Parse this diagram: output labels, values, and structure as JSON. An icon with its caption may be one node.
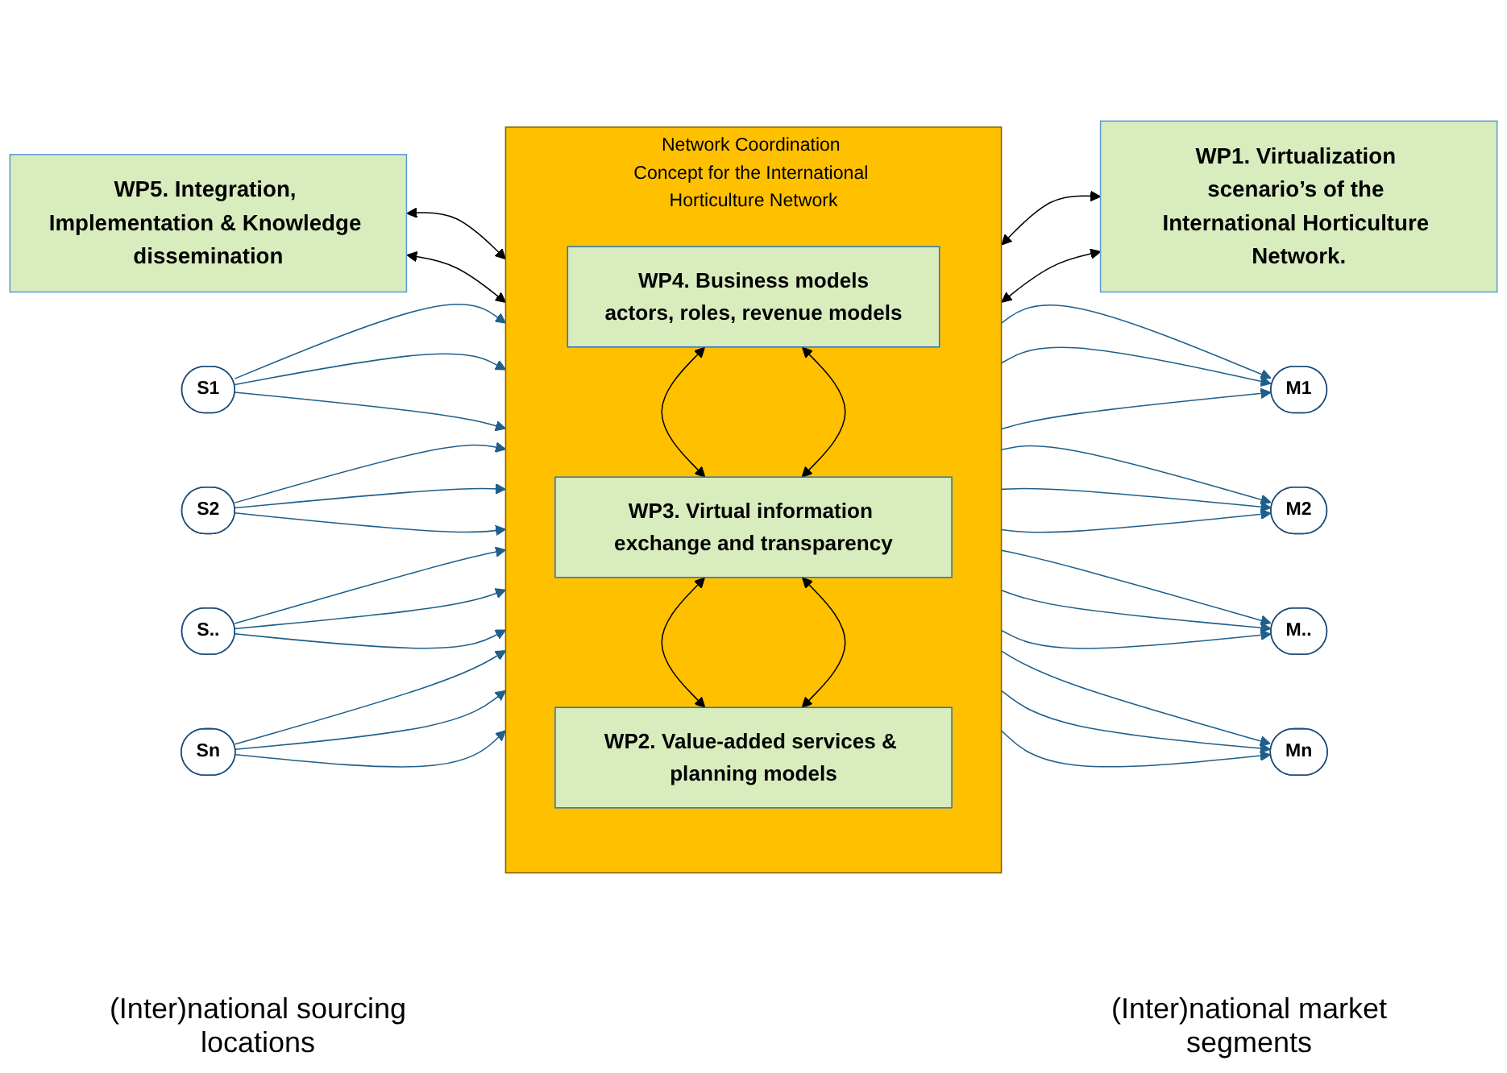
{
  "diagram": {
    "nodes": [
      {
        "text": [
          "WP5. Integration, Implementation & Knowledge dissemination"
        ]
      },
      {
        "text": [
          "Network Coordination Concept for the International Horticulture Network"
        ]
      },
      {
        "text": [
          "WP4. Business models",
          "actors, roles, revenue models"
        ],
        "in": 1
      },
      {
        "text": [
          "WP3. Virtual information exchange and transparency"
        ],
        "in": 1
      },
      {
        "text": [
          "WP2. Value-added services & planning models"
        ],
        "in": 1
      },
      {
        "text": [
          "WP1. Virtualization scenario’s of the International Horticulture Network."
        ]
      },
      {
        "text": [
          "S1"
        ]
      },
      {
        "text": [
          "S2"
        ]
      },
      {
        "text": [
          "S.."
        ]
      },
      {
        "text": [
          "Sn"
        ]
      },
      {
        "text": [
          "M1"
        ]
      },
      {
        "text": [
          "M2"
        ]
      },
      {
        "text": [
          "M.."
        ]
      },
      {
        "text": [
          "Mn"
        ]
      }
    ],
    "edges": [
      {
        "from": 0,
        "to": 1,
        "arrow": "both",
        "color": "#000000"
      },
      {
        "from": 0,
        "to": 1,
        "arrow": "both",
        "color": "#000000"
      },
      {
        "from": 2,
        "to": 3,
        "arrow": "both",
        "color": "#000000"
      },
      {
        "from": 2,
        "to": 3,
        "arrow": "both",
        "color": "#000000"
      },
      {
        "from": 3,
        "to": 4,
        "arrow": "both",
        "color": "#000000"
      },
      {
        "from": 3,
        "to": 4,
        "arrow": "both",
        "color": "#000000"
      },
      {
        "from": 1,
        "to": 5,
        "arrow": "both",
        "color": "#000000"
      },
      {
        "from": 1,
        "to": 5,
        "arrow": "both",
        "color": "#000000"
      },
      {
        "from": 6,
        "to": 1,
        "arrow": "to"
      },
      {
        "from": 6,
        "to": 1,
        "arrow": "to"
      },
      {
        "from": 6,
        "to": 1,
        "arrow": "to"
      },
      {
        "from": 7,
        "to": 1,
        "arrow": "to"
      },
      {
        "from": 7,
        "to": 1,
        "arrow": "to"
      },
      {
        "from": 7,
        "to": 1,
        "arrow": "to"
      },
      {
        "from": 8,
        "to": 1,
        "arrow": "to"
      },
      {
        "from": 8,
        "to": 1,
        "arrow": "to"
      },
      {
        "from": 8,
        "to": 1,
        "arrow": "to"
      },
      {
        "from": 9,
        "to": 1,
        "arrow": "to"
      },
      {
        "from": 9,
        "to": 1,
        "arrow": "to"
      },
      {
        "from": 9,
        "to": 1,
        "arrow": "to"
      },
      {
        "from": 1,
        "to": 10,
        "arrow": "to"
      },
      {
        "from": 1,
        "to": 10,
        "arrow": "to"
      },
      {
        "from": 1,
        "to": 10,
        "arrow": "to"
      },
      {
        "from": 1,
        "to": 11,
        "arrow": "to"
      },
      {
        "from": 1,
        "to": 11,
        "arrow": "to"
      },
      {
        "from": 1,
        "to": 11,
        "arrow": "to"
      },
      {
        "from": 1,
        "to": 12,
        "arrow": "to"
      },
      {
        "from": 1,
        "to": 12,
        "arrow": "to"
      },
      {
        "from": 1,
        "to": 12,
        "arrow": "to"
      },
      {
        "from": 1,
        "to": 13,
        "arrow": "to"
      },
      {
        "from": 1,
        "to": 13,
        "arrow": "to"
      },
      {
        "from": 1,
        "to": 13,
        "arrow": "to"
      }
    ],
    "labels": [
      "(Inter)national sourcing locations",
      "(Inter)national market segments"
    ]
  }
}
